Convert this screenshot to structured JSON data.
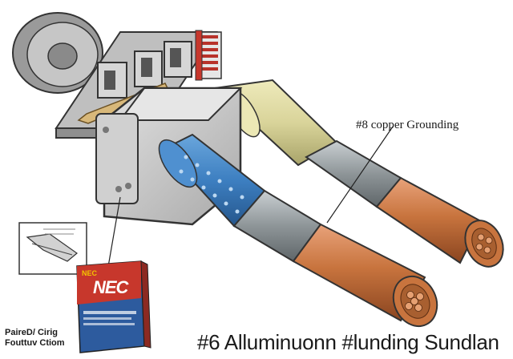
{
  "callout_top": "#8 copper Grounding",
  "caption_bottom": "#6 Alluminuonn #lunding Sundlan",
  "book": {
    "title": "NEC",
    "corner_mark": "NEC",
    "side_label_line1": "PaireD/ Cirig",
    "side_label_line2": "Fouttuv Ctiom"
  },
  "colors": {
    "copper": "#c8743e",
    "aluminum_sleeve": "#8e9598",
    "blue_insulation": "#3d7fc1",
    "yellow_insulation": "#d9d49a",
    "book_red": "#c7372c",
    "book_blue": "#2d5b9e",
    "housing": "#c9c9c9"
  }
}
